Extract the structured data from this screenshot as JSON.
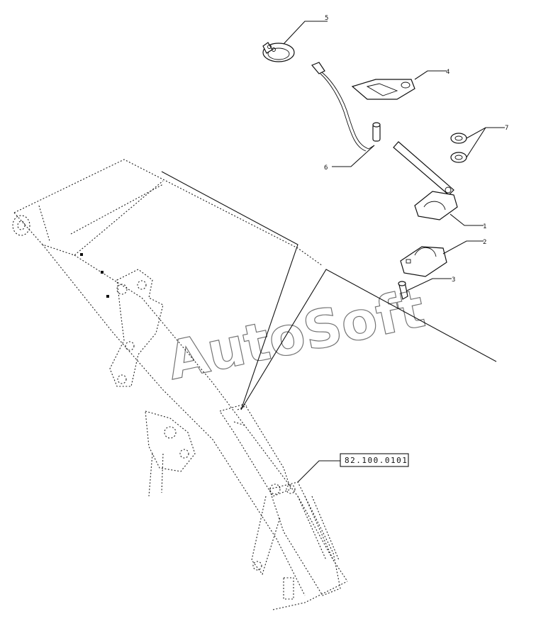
{
  "callouts": [
    {
      "id": "c5",
      "label": "5"
    },
    {
      "id": "c4",
      "label": "4"
    },
    {
      "id": "c7",
      "label": "7"
    },
    {
      "id": "c6",
      "label": "6"
    },
    {
      "id": "c1",
      "label": "1"
    },
    {
      "id": "c2",
      "label": "2"
    },
    {
      "id": "c3",
      "label": "3"
    }
  ],
  "reference_box": {
    "label": "82.100.0101"
  },
  "watermark": {
    "text": "AutoSoft"
  }
}
